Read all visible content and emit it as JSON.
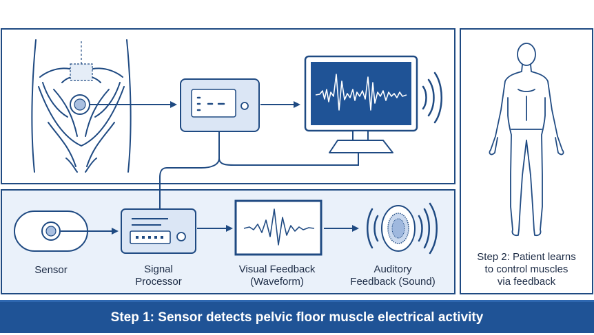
{
  "diagram": {
    "steps": {
      "step1_caption": "Step 1: Sensor detects pelvic floor muscle electrical activity",
      "step2_line1": "Step 2: Patient learns",
      "step2_line2": "to control muscles",
      "step2_line3": "via feedback"
    },
    "components": {
      "sensor": "Sensor",
      "signal_processor_line1": "Signal",
      "signal_processor_line2": "Processor",
      "visual_feedback_line1": "Visual Feedback",
      "visual_feedback_line2": "(Waveform)",
      "auditory_feedback_line1": "Auditory",
      "auditory_feedback_line2": "Feedback (Sound)"
    },
    "colors": {
      "outline": "#1f4a82",
      "panel_fill": "#eaf1fa",
      "device_fill": "#dbe6f5",
      "screen_fill": "#1f5396",
      "banner": "#1f5396"
    }
  }
}
